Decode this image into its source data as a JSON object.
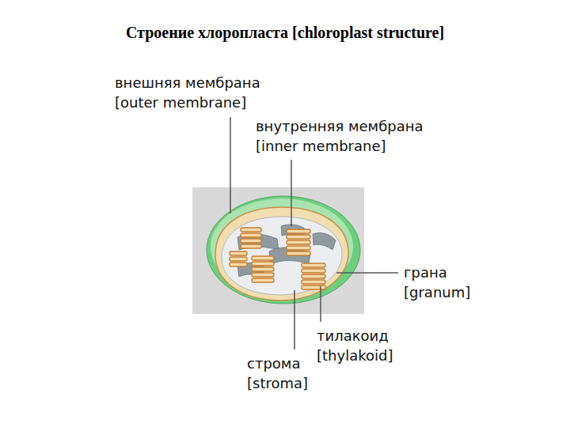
{
  "diagram": {
    "title": "Строение хлоропласта [chloroplast structure]",
    "labels": [
      "внешняя мембрана [outer membrane]",
      "внутренняя мембрана [inner membrane]",
      "грана [granum]",
      "тилакоид [thylakoid]",
      "строма [stroma]"
    ]
  }
}
